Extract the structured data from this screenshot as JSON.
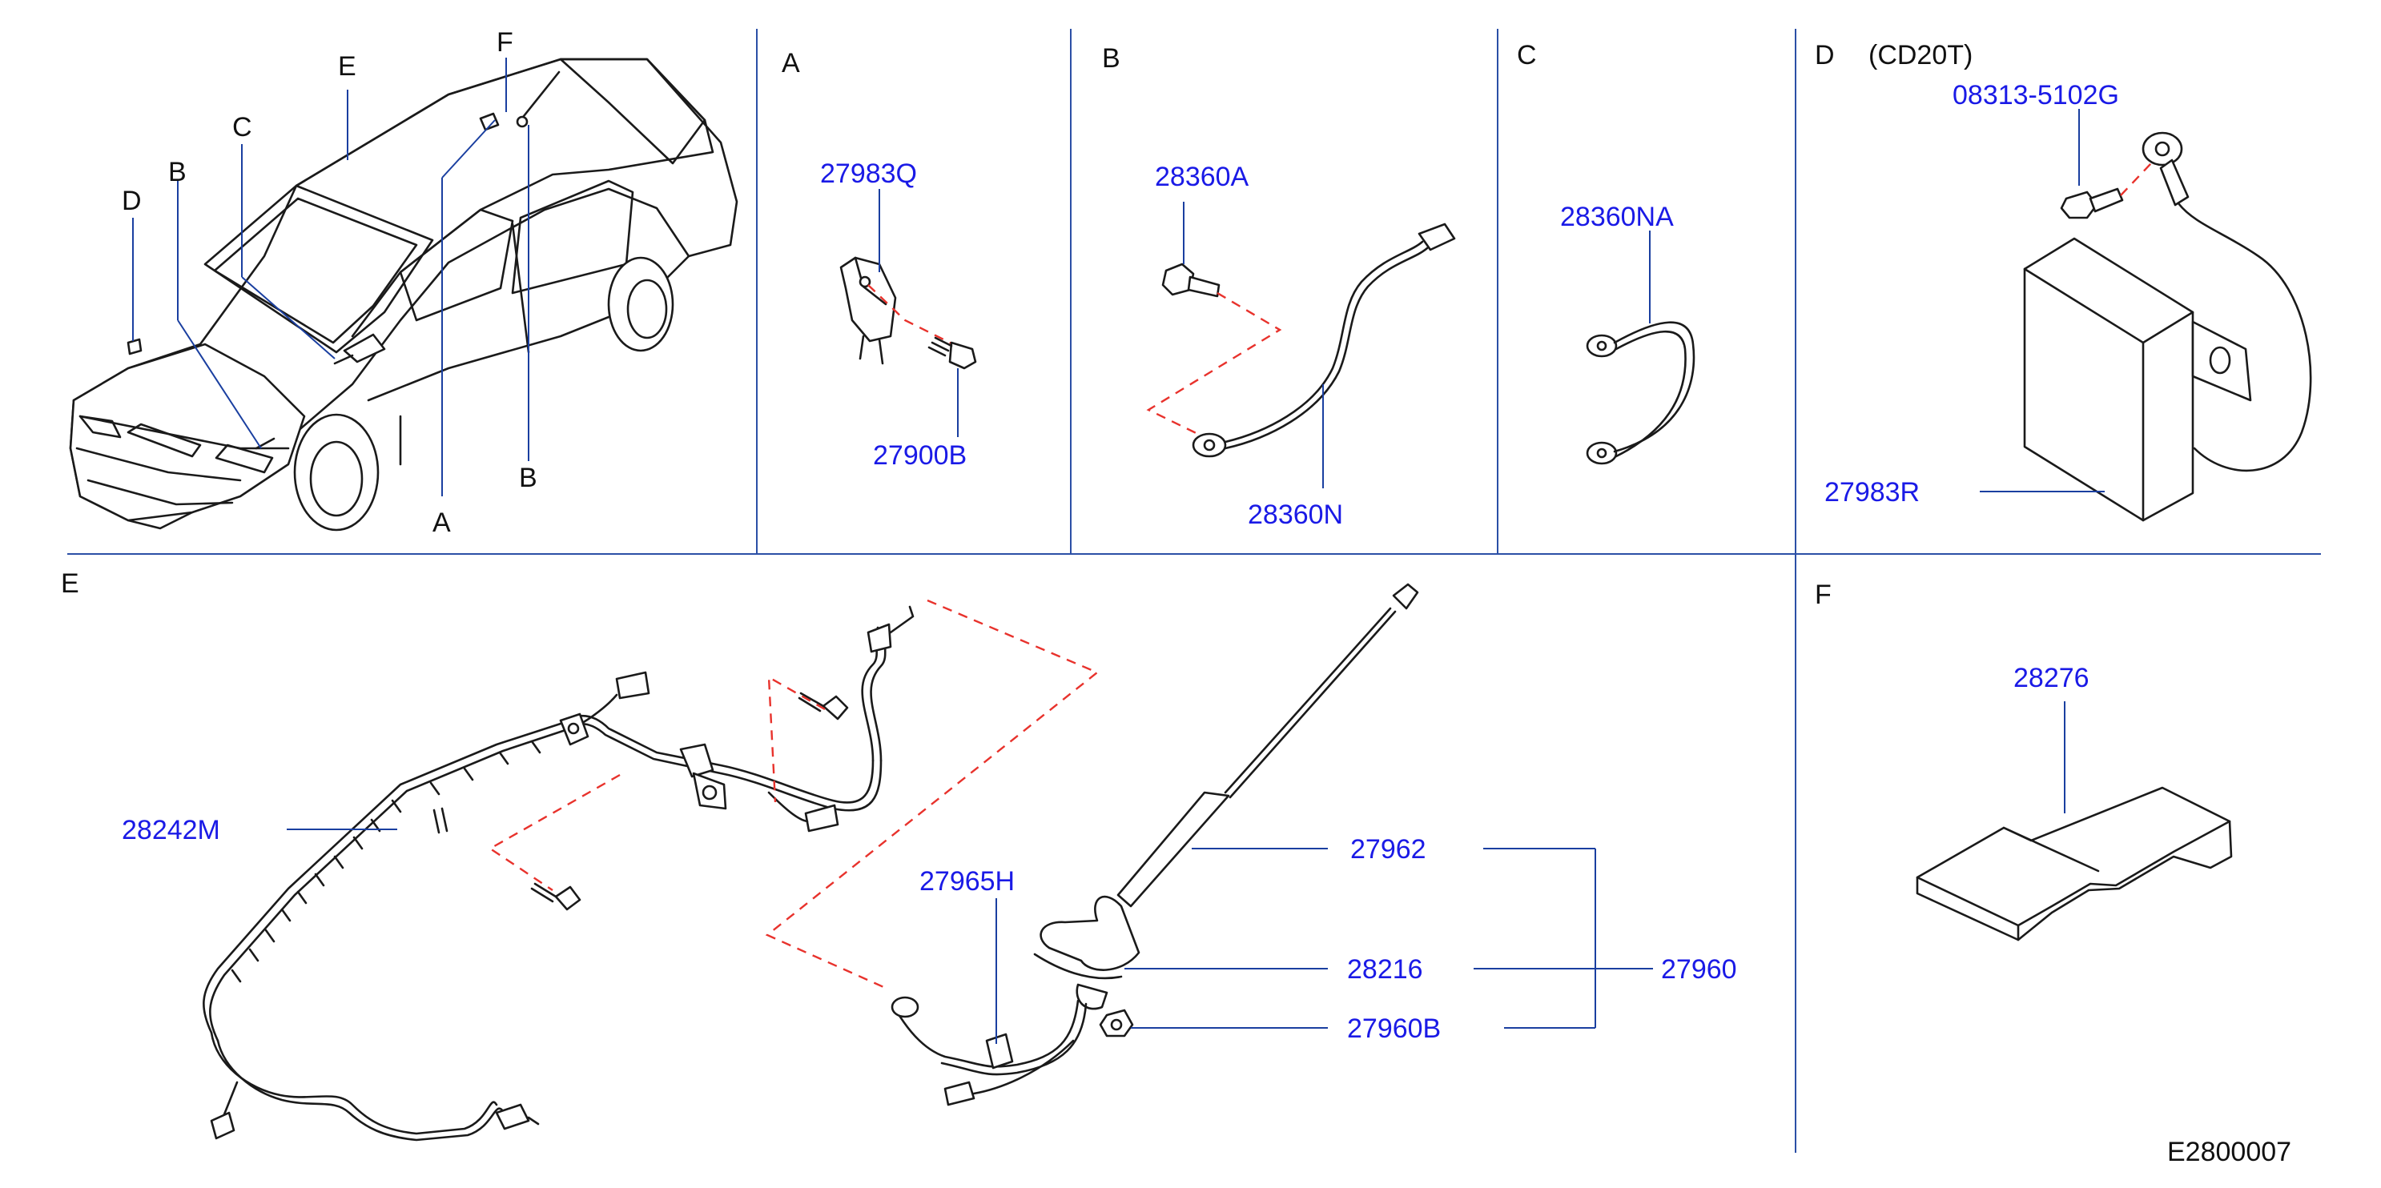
{
  "sections": {
    "A": "A",
    "B": "B",
    "C": "C",
    "D": "D",
    "D_note": "(CD20T)",
    "E": "E",
    "F": "F"
  },
  "car_labels": {
    "A": "A",
    "B1": "B",
    "B2": "B",
    "C": "C",
    "D": "D",
    "E": "E",
    "F": "F"
  },
  "parts": {
    "p27983Q": "27983Q",
    "p27900B": "27900B",
    "p28360A": "28360A",
    "p28360N": "28360N",
    "p28360NA": "28360NA",
    "p08313_5102G": "08313-5102G",
    "p27983R": "27983R",
    "p28242M": "28242M",
    "p27965H": "27965H",
    "p27962": "27962",
    "p28216": "28216",
    "p27960": "27960",
    "p27960B": "27960B",
    "p28276": "28276"
  },
  "diagram_code": "E2800007",
  "colors": {
    "part_number": "#1a1ae6",
    "leader": "#2b4fa6",
    "divider": "#2b4fa6",
    "dashed_line": "#e8322c",
    "ink": "#1a1a1a"
  }
}
